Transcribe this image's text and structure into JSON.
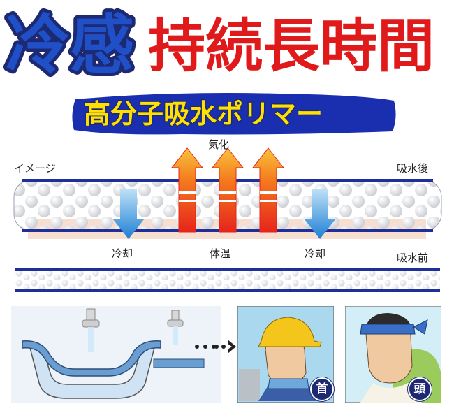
{
  "title": {
    "part1": "冷感",
    "part2": "持続長時間"
  },
  "subtitle": "高分子吸水ポリマー",
  "diagram": {
    "image_label": "イメージ",
    "evaporation_label": "気化",
    "after_label": "吸水後",
    "before_label": "吸水前",
    "cooling_left": "冷却",
    "body_temp": "体温",
    "cooling_right": "冷却"
  },
  "badges": {
    "neck": "首",
    "head": "頭"
  },
  "colors": {
    "title_blue": "#1f50c8",
    "title_red": "#e01a1a",
    "outline_navy": "#1d2a73",
    "band_blue": "#1f2f9a"
  }
}
